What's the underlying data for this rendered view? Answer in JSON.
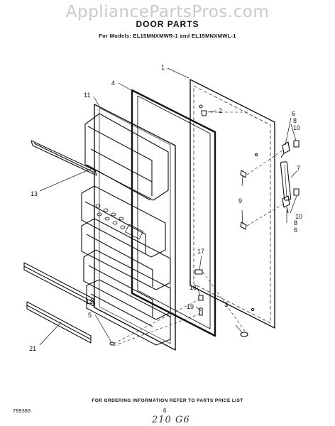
{
  "watermark": "AppliancePartsPros.com",
  "title": "DOOR PARTS",
  "models_line": "For Models: EL15MNXMWR-1 and EL15MNXMWL-1",
  "footer_note": "FOR ORDERING INFORMATION REFER TO PARTS PRICE LIST",
  "doc_code": "789380",
  "page_number": "6",
  "handwritten_note": "210 G6",
  "callouts": {
    "c1": "1",
    "c2": "2",
    "c3": "3",
    "c4": "4",
    "c5": "5",
    "c6a": "6",
    "c6b": "6",
    "c7": "7",
    "c8a": "8",
    "c8b": "8",
    "c9": "9",
    "c10a": "10",
    "c10b": "10",
    "c11": "11",
    "c12": "12",
    "c13": "13",
    "c17": "17",
    "c18": "18",
    "c19": "19",
    "c21": "21"
  }
}
